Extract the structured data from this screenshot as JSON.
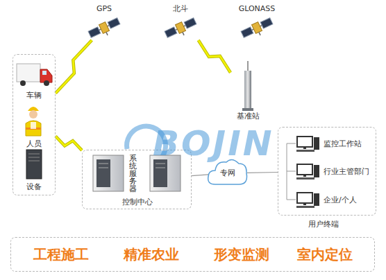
{
  "diagram": {
    "nodes": [
      {
        "text": [
          "GPS"
        ]
      },
      {
        "text": [
          "北斗"
        ]
      },
      {
        "text": [
          "GLONASS"
        ]
      },
      {
        "text": [
          "基准站"
        ]
      },
      {
        "text": [
          "车辆",
          "人员",
          "设备"
        ]
      },
      {
        "text": [
          "系统服务器",
          "控制中心"
        ]
      },
      {
        "text": [
          "专网"
        ]
      },
      {
        "text": [
          "用户终端"
        ]
      },
      {
        "text": [
          "监控工作站"
        ],
        "in": 7
      },
      {
        "text": [
          "行业主管部门"
        ],
        "in": 7
      },
      {
        "text": [
          "企业/个人"
        ],
        "in": 7
      },
      {
        "text": [
          "工程施工",
          "精准农业",
          "形变监测",
          "室内定位"
        ]
      }
    ],
    "edges": [
      {
        "from": 0,
        "to": 4,
        "arrow": "none"
      },
      {
        "from": 1,
        "to": 3,
        "arrow": "none"
      },
      {
        "from": 4,
        "to": 5,
        "arrow": "none"
      },
      {
        "from": 5,
        "to": 6,
        "arrow": "none"
      },
      {
        "from": 6,
        "to": 7,
        "arrow": "none"
      }
    ],
    "labels": [
      "BOJIN"
    ]
  }
}
